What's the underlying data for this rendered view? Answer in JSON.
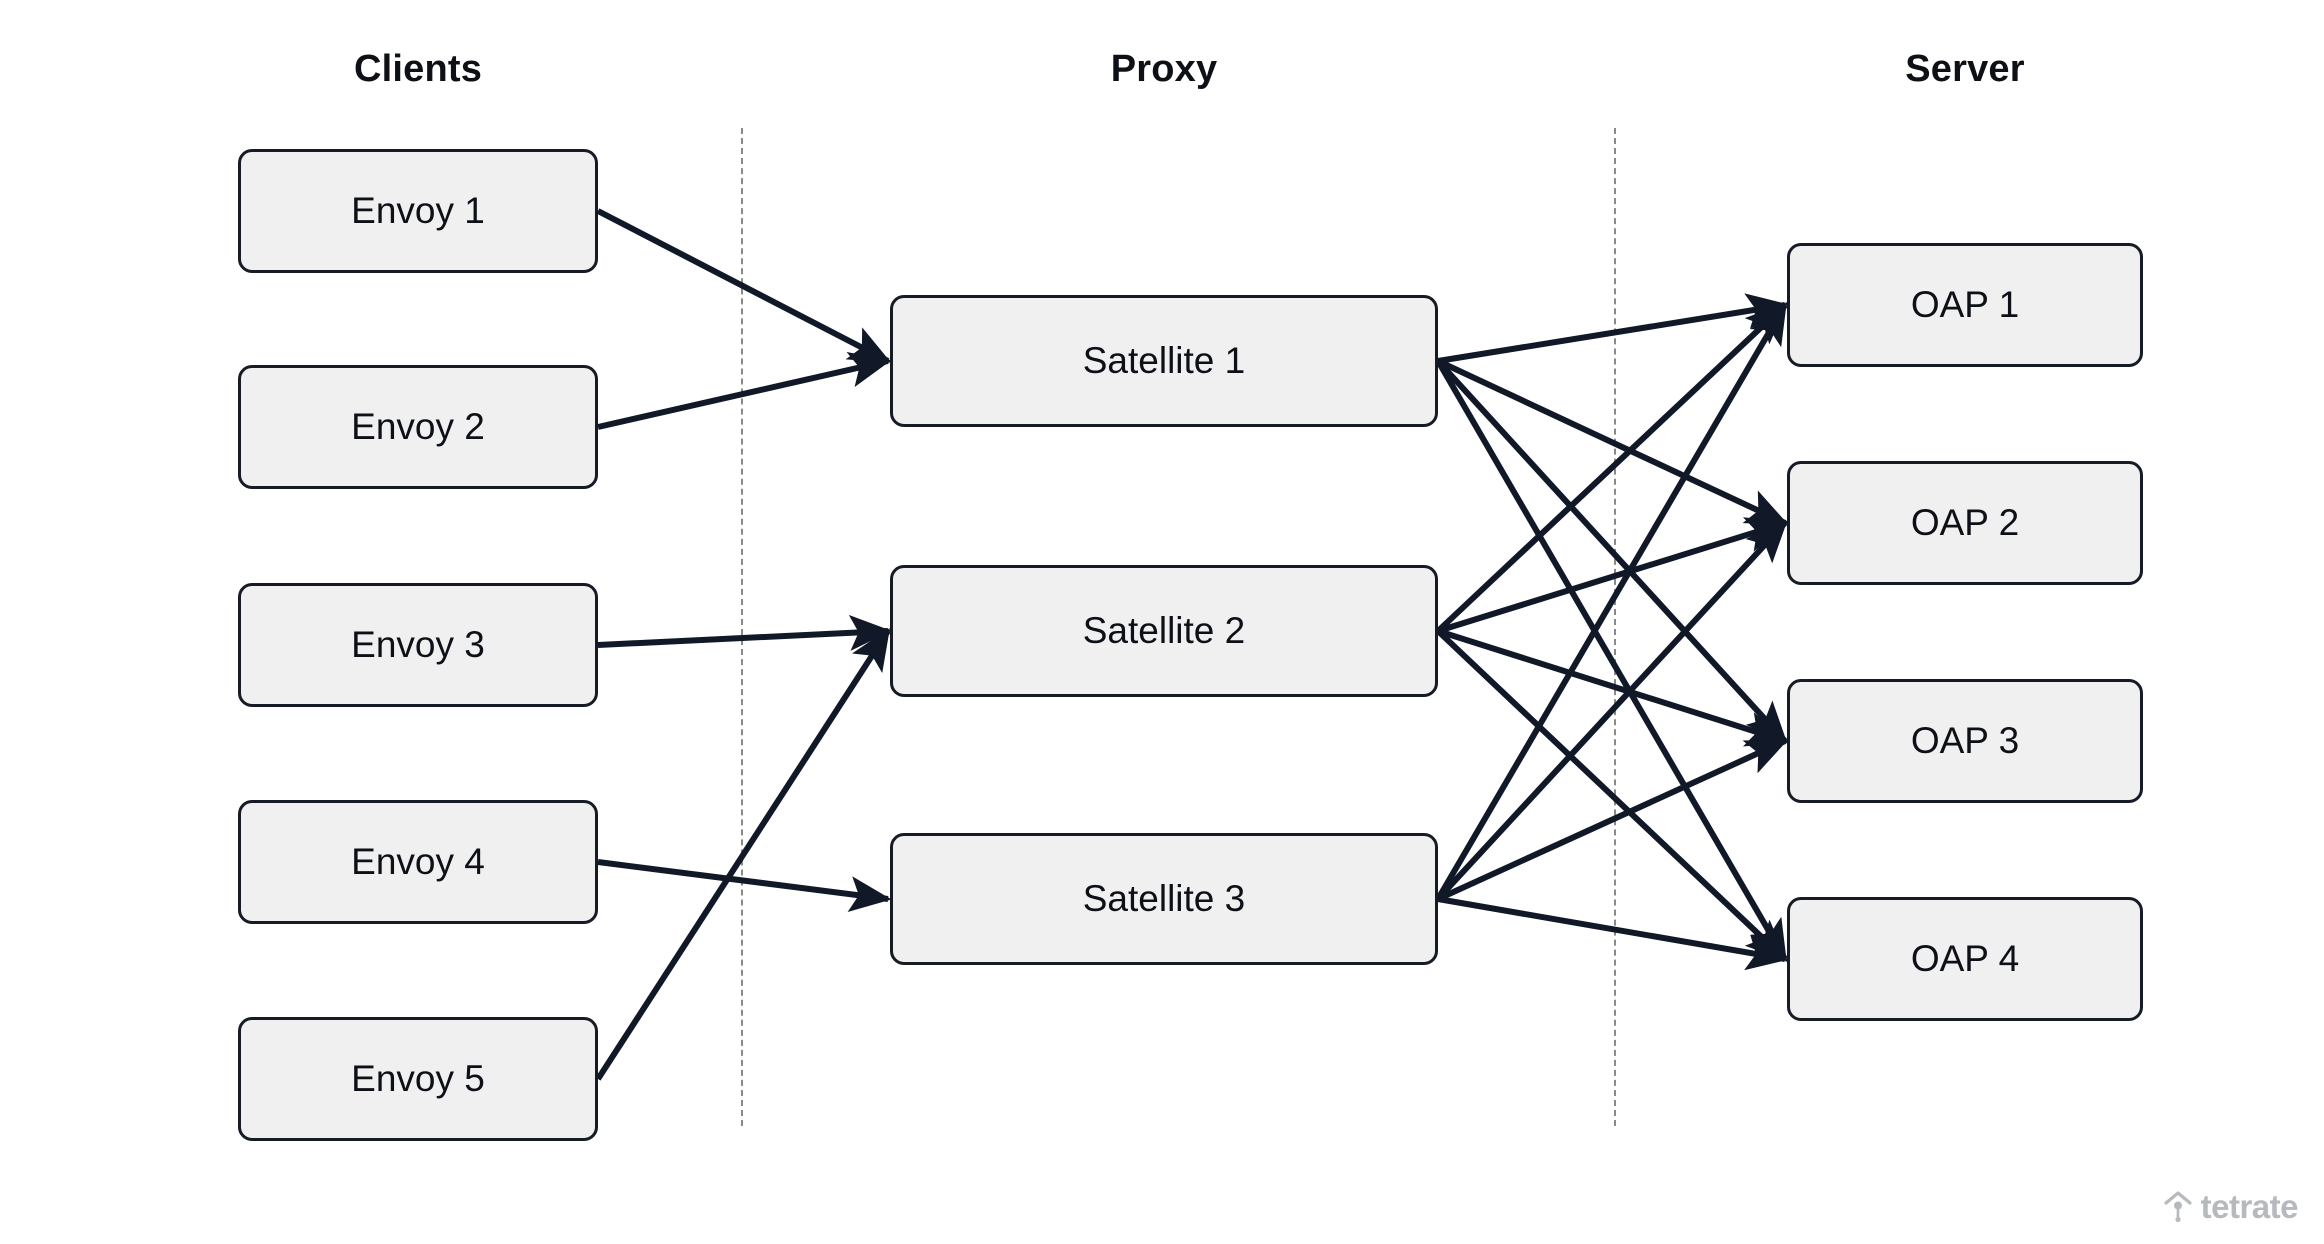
{
  "diagram": {
    "title_columns": [
      {
        "id": "clients",
        "label": "Clients"
      },
      {
        "id": "proxy",
        "label": "Proxy"
      },
      {
        "id": "server",
        "label": "Server"
      }
    ],
    "colors": {
      "node_fill": "#f0f0f0",
      "node_border": "#161b26",
      "edge": "#111827",
      "divider": "#8a8a8a",
      "text": "#0d1117",
      "brand": "#b6b9bd",
      "background": "#ffffff"
    },
    "clients": [
      {
        "label": "Envoy 1"
      },
      {
        "label": "Envoy 2"
      },
      {
        "label": "Envoy 3"
      },
      {
        "label": "Envoy 4"
      },
      {
        "label": "Envoy 5"
      }
    ],
    "proxies": [
      {
        "label": "Satellite 1"
      },
      {
        "label": "Satellite 2"
      },
      {
        "label": "Satellite 3"
      }
    ],
    "servers": [
      {
        "label": "OAP 1"
      },
      {
        "label": "OAP 2"
      },
      {
        "label": "OAP 3"
      },
      {
        "label": "OAP 4"
      }
    ],
    "connections": [
      {
        "from": "Envoy 1",
        "to": "Satellite 1"
      },
      {
        "from": "Envoy 2",
        "to": "Satellite 1"
      },
      {
        "from": "Envoy 3",
        "to": "Satellite 2"
      },
      {
        "from": "Envoy 4",
        "to": "Satellite 3"
      },
      {
        "from": "Envoy 5",
        "to": "Satellite 2"
      },
      {
        "from": "Satellite 1",
        "to": "OAP 1"
      },
      {
        "from": "Satellite 1",
        "to": "OAP 2"
      },
      {
        "from": "Satellite 1",
        "to": "OAP 3"
      },
      {
        "from": "Satellite 1",
        "to": "OAP 4"
      },
      {
        "from": "Satellite 2",
        "to": "OAP 1"
      },
      {
        "from": "Satellite 2",
        "to": "OAP 2"
      },
      {
        "from": "Satellite 2",
        "to": "OAP 3"
      },
      {
        "from": "Satellite 2",
        "to": "OAP 4"
      },
      {
        "from": "Satellite 3",
        "to": "OAP 1"
      },
      {
        "from": "Satellite 3",
        "to": "OAP 2"
      },
      {
        "from": "Satellite 3",
        "to": "OAP 3"
      },
      {
        "from": "Satellite 3",
        "to": "OAP 4"
      }
    ],
    "brand": {
      "name": "tetrate"
    }
  }
}
